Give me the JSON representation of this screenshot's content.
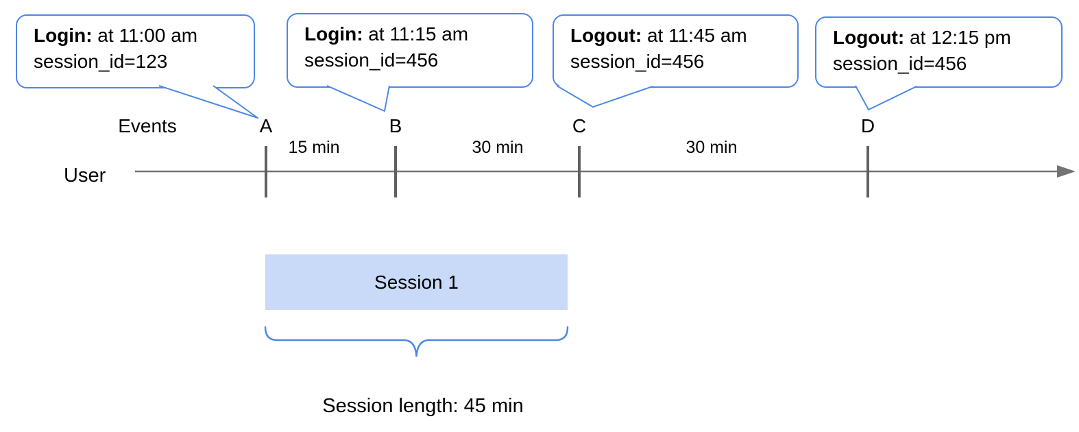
{
  "callouts": [
    {
      "event": "Login:",
      "time": " at 11:00 am",
      "session": "session_id=123",
      "marker": "A"
    },
    {
      "event": "Login:",
      "time": " at 11:15 am",
      "session": "session_id=456",
      "marker": "B"
    },
    {
      "event": "Logout:",
      "time": " at 11:45 am",
      "session": "session_id=456",
      "marker": "C"
    },
    {
      "event": "Logout:",
      "time": " at 12:15 pm",
      "session": "session_id=456",
      "marker": "D"
    }
  ],
  "timeline": {
    "row_label": "User",
    "events_label": "Events",
    "markers": [
      "A",
      "B",
      "C",
      "D"
    ],
    "intervals": [
      "15 min",
      "30 min",
      "30 min"
    ]
  },
  "session": {
    "label": "Session 1",
    "length_caption": "Session length: 45 min"
  },
  "colors": {
    "accent_blue": "#4d87e8",
    "session_fill": "#c9daf8",
    "timeline_gray": "#737373",
    "tick_gray": "#606060",
    "text_black": "#000000"
  }
}
